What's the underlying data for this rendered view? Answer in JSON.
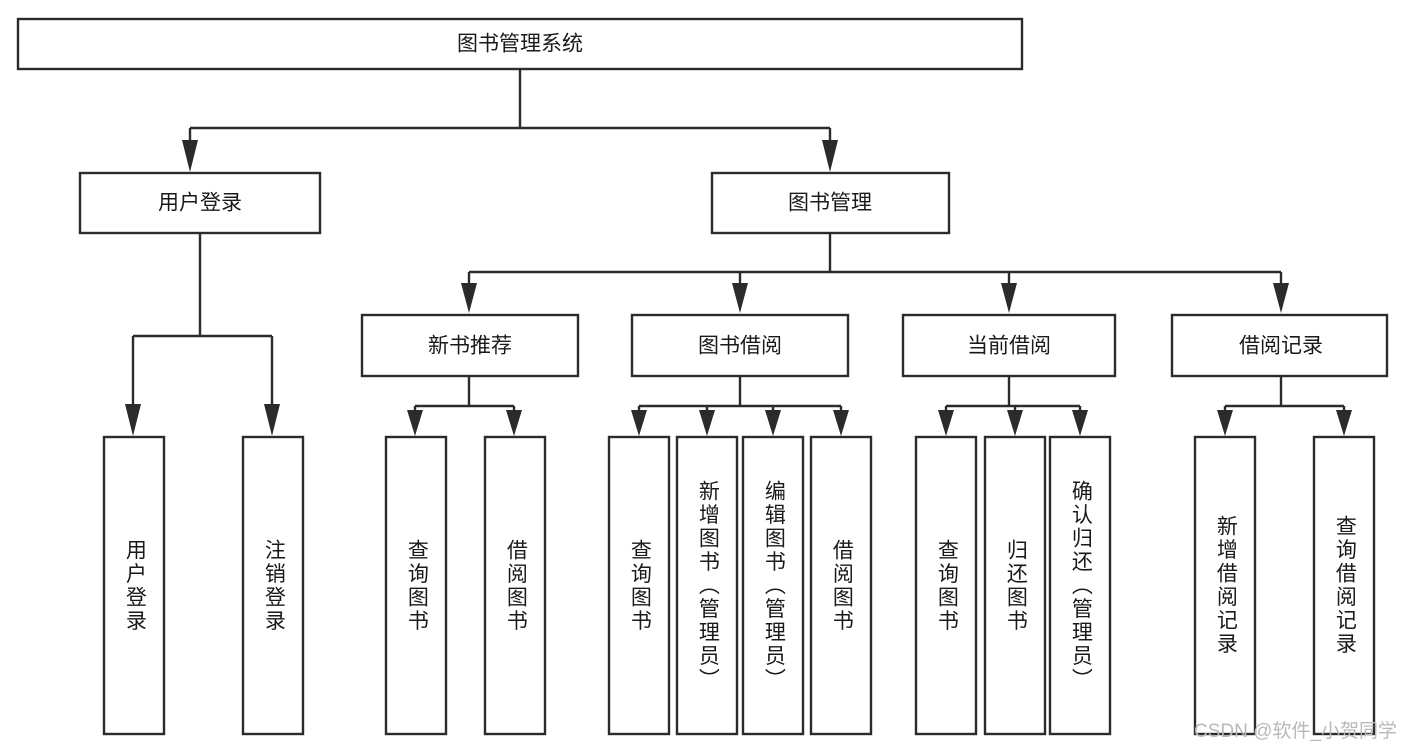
{
  "diagram": {
    "title": "图书管理系统",
    "type": "tree-hierarchy-diagram",
    "root": {
      "id": "root",
      "label": "图书管理系统"
    },
    "level1": [
      {
        "id": "user-login",
        "label": "用户登录"
      },
      {
        "id": "book-manage",
        "label": "图书管理"
      }
    ],
    "level2": [
      {
        "id": "new-book-rec",
        "label": "新书推荐",
        "parent": "book-manage"
      },
      {
        "id": "book-borrow",
        "label": "图书借阅",
        "parent": "book-manage"
      },
      {
        "id": "current-borrow",
        "label": "当前借阅",
        "parent": "book-manage"
      },
      {
        "id": "borrow-record",
        "label": "借阅记录",
        "parent": "book-manage"
      }
    ],
    "leaves": [
      {
        "id": "leaf-user-login",
        "label": "用户登录",
        "parent": "user-login"
      },
      {
        "id": "leaf-user-logout",
        "label": "注销登录",
        "parent": "user-login"
      },
      {
        "id": "leaf-query-book-1",
        "label": "查询图书",
        "parent": "new-book-rec"
      },
      {
        "id": "leaf-borrow-book-1",
        "label": "借阅图书",
        "parent": "new-book-rec"
      },
      {
        "id": "leaf-query-book-2",
        "label": "查询图书",
        "parent": "book-borrow"
      },
      {
        "id": "leaf-add-book",
        "label": "新增图书（管理员）",
        "parent": "book-borrow"
      },
      {
        "id": "leaf-edit-book",
        "label": "编辑图书（管理员）",
        "parent": "book-borrow"
      },
      {
        "id": "leaf-borrow-book-2",
        "label": "借阅图书",
        "parent": "book-borrow"
      },
      {
        "id": "leaf-query-book-3",
        "label": "查询图书",
        "parent": "current-borrow"
      },
      {
        "id": "leaf-return-book",
        "label": "归还图书",
        "parent": "current-borrow"
      },
      {
        "id": "leaf-confirm-return",
        "label": "确认归还（管理员）",
        "parent": "current-borrow"
      },
      {
        "id": "leaf-add-record",
        "label": "新增借阅记录",
        "parent": "borrow-record"
      },
      {
        "id": "leaf-query-record",
        "label": "查询借阅记录",
        "parent": "borrow-record"
      }
    ]
  },
  "watermark": {
    "text": "CSDN @软件_小贺同学"
  },
  "colors": {
    "box_stroke": "#2b2b2b",
    "box_fill": "#ffffff",
    "text": "#1a1a1a",
    "background": "#ffffff",
    "watermark": "#b9b9b9"
  }
}
